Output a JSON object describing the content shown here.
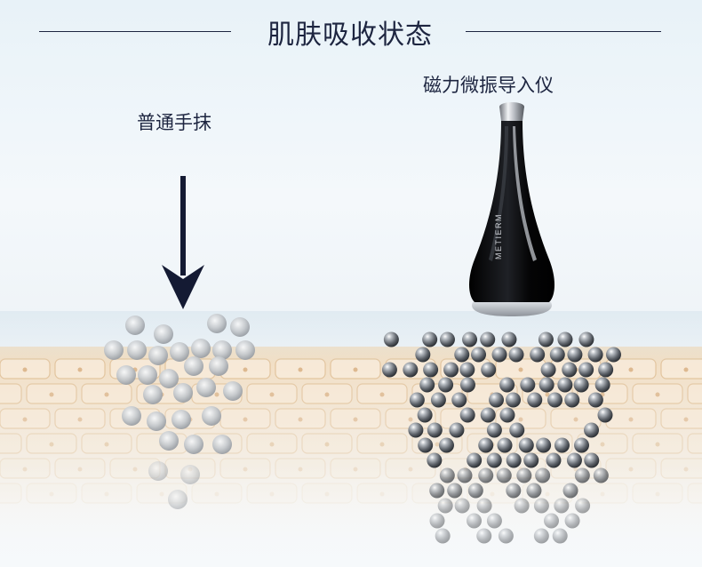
{
  "header": {
    "title": "肌肤吸收状态"
  },
  "labels": {
    "left": "普通手抹",
    "right": "磁力微振导入仪"
  },
  "device": {
    "brand": "METIERM"
  },
  "colors": {
    "text": "#1d2540",
    "device_body": "#0b0b0e",
    "skin": "#e7c9a4"
  }
}
